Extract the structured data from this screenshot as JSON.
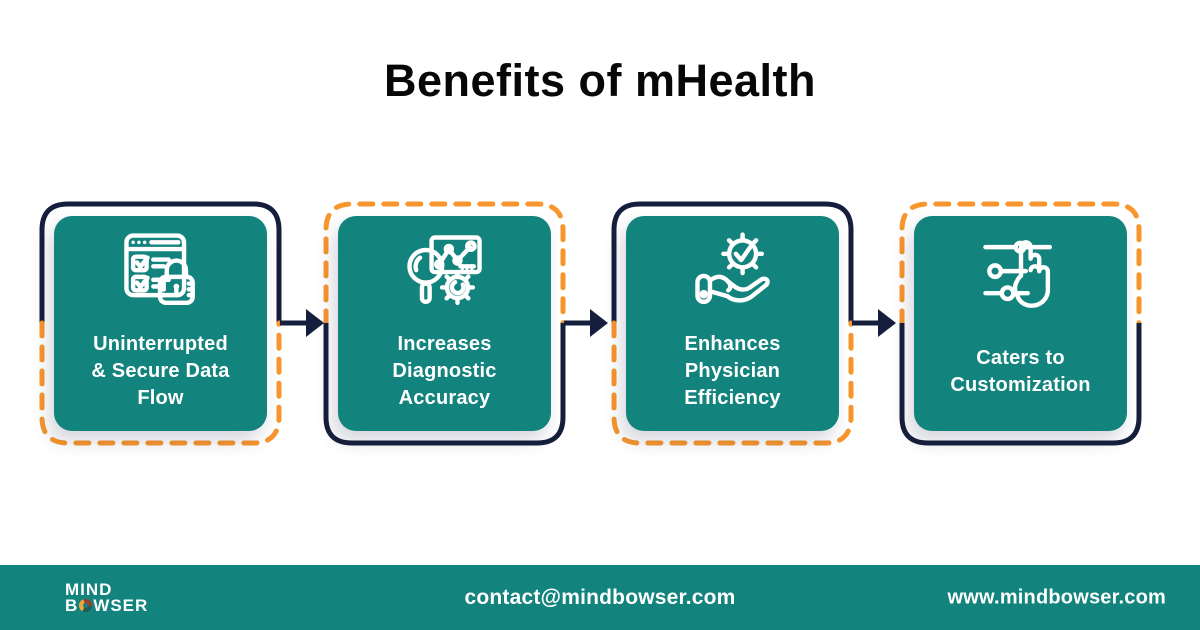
{
  "title": "Benefits of mHealth",
  "colors": {
    "teal": "#12837D",
    "navy": "#151F3D",
    "orange": "#F7962D",
    "white": "#FFFFFF",
    "title_text": "#070707"
  },
  "cards": [
    {
      "label": "Uninterrupted\n& Secure Data\nFlow",
      "icon": "secure-data-browser-lock-icon",
      "frame_style": "navy-top-orange-dashed-bottom"
    },
    {
      "label": "Increases\nDiagnostic\nAccuracy",
      "icon": "diagnostic-magnifier-chart-gear-icon",
      "frame_style": "orange-dashed-top-navy-bottom"
    },
    {
      "label": "Enhances\nPhysician\nEfficiency",
      "icon": "hand-gear-check-icon",
      "frame_style": "navy-top-orange-dashed-bottom"
    },
    {
      "label": "Caters to\nCustomization",
      "icon": "customization-sliders-touch-icon",
      "frame_style": "orange-dashed-top-navy-bottom"
    }
  ],
  "arrows": {
    "count": 3,
    "direction": "right",
    "color": "#151F3D"
  },
  "footer": {
    "logo_line1": "MIND",
    "logo_line2_prefix": "B",
    "logo_line2_suffix": "WSER",
    "email": "contact@mindbowser.com",
    "website": "www.mindbowser.com"
  }
}
